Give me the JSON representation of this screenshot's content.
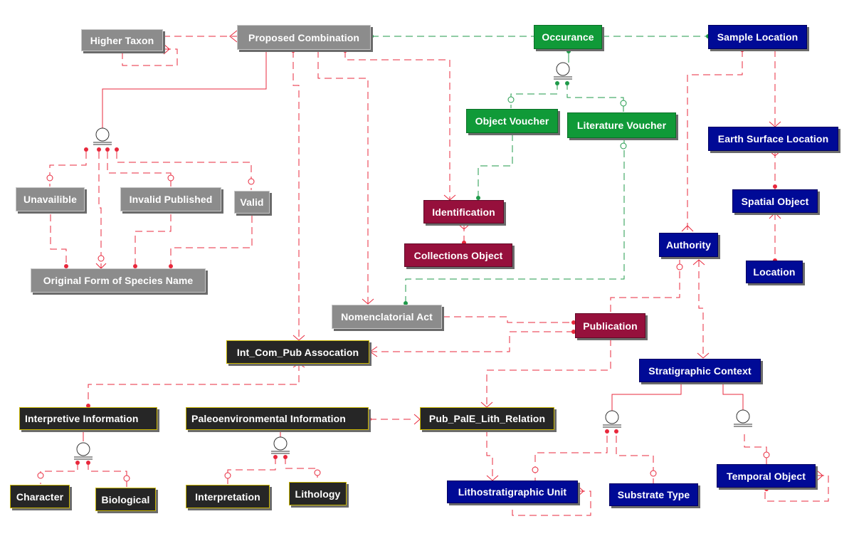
{
  "entities": {
    "higher_taxon": "Higher Taxon",
    "proposed_combination": "Proposed Combination",
    "occurance": "Occurance",
    "sample_location": "Sample Location",
    "object_voucher": "Object Voucher",
    "literature_voucher": "Literature Voucher",
    "earth_surface_location": "Earth Surface Location",
    "spatial_object": "Spatial Object",
    "location": "Location",
    "unavailible": "Unavailible",
    "invalid_published": "Invalid Published",
    "valid": "Valid",
    "original_form": "Original Form of Species Name",
    "identification": "Identification",
    "collections_object": "Collections Object",
    "authority": "Authority",
    "nomenclatorial_act": "Nomenclatorial Act",
    "publication": "Publication",
    "int_com_pub": "Int_Com_Pub Assocation",
    "stratigraphic_context": "Stratigraphic Context",
    "interpretive_information": "Interpretive Information",
    "paleoenvironmental_information": "Paleoenvironmental Information",
    "pub_pale_lith": "Pub_PalE_Lith_Relation",
    "character": "Character",
    "biological": "Biological",
    "interpretation": "Interpretation",
    "lithology": "Lithology",
    "lithostratigraphic_unit": "Lithostratigraphic Unit",
    "substrate_type": "Substrate Type",
    "temporal_object": "Temporal Object"
  },
  "colors": {
    "gray_entity": "#8c8c8c",
    "green_entity": "#109a38",
    "blue_entity": "#000a96",
    "maroon_entity": "#96103c",
    "dark_entity": "#262626",
    "red_relationship": "#e8283c",
    "green_relationship": "#1f9a4a",
    "shadow": "#6b6b6b"
  }
}
